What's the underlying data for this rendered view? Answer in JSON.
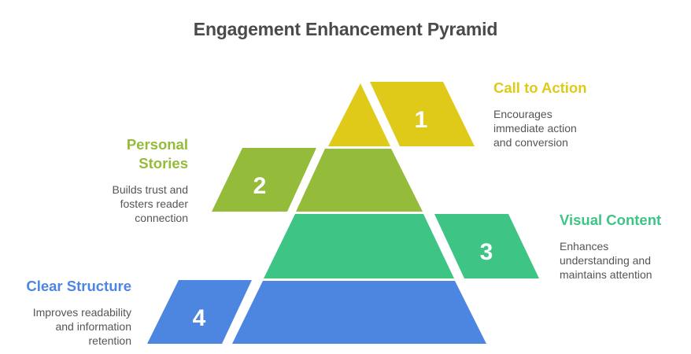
{
  "title": "Engagement Enhancement Pyramid",
  "colors": {
    "title": "#4a4a4a",
    "description": "#555555",
    "level1": "#dfca19",
    "level2": "#94bb3a",
    "level3": "#3ec484",
    "level4": "#4d86e0"
  },
  "levels": [
    {
      "number": "1",
      "label": "Call to Action",
      "description_lines": [
        "Encourages",
        "immediate action",
        "and conversion"
      ],
      "side": "right"
    },
    {
      "number": "2",
      "label_lines": [
        "Personal",
        "Stories"
      ],
      "label": "Personal Stories",
      "description_lines": [
        "Builds trust and",
        "fosters reader",
        "connection"
      ],
      "side": "left"
    },
    {
      "number": "3",
      "label": "Visual Content",
      "description_lines": [
        "Enhances",
        "understanding and",
        "maintains attention"
      ],
      "side": "right"
    },
    {
      "number": "4",
      "label": "Clear Structure",
      "description_lines": [
        "Improves readability",
        "and information",
        "retention"
      ],
      "side": "left"
    }
  ]
}
